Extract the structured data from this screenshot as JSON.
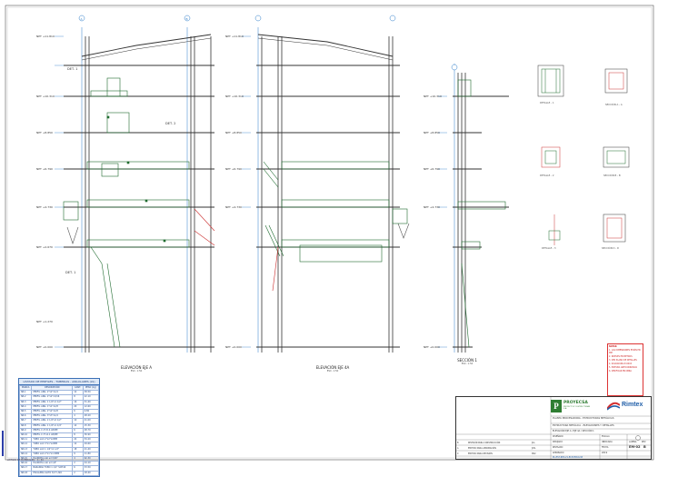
{
  "sheet": {
    "elevation_labels": {
      "left": "ELEVACIÓN EJE A",
      "middle": "ELEVACIÓN EJE 4A",
      "right": "SECCIÓN 1",
      "scale_left": "ESC. 1:50",
      "scale_middle": "ESC. 1:50",
      "scale_right": "ESC. 1:50"
    },
    "detail_labels": {
      "d1": "DETALLE - 1",
      "d2": "SECCIÓN A - A",
      "d3": "SECCIÓN B - B",
      "d4": "DETALLE - 2",
      "d5": "DETALLE - 3",
      "d6": "SECCIÓN D - D"
    },
    "level_tags": [
      "NPT +11.810",
      "NPT +10.310",
      "NPT +8.850",
      "NPT +6.790",
      "NPT +4.730",
      "NPT +2.670",
      "NPT +1.270",
      "NPT +0.000"
    ],
    "callouts": {
      "det1": "DET. 1",
      "det2": "DET. 2",
      "det3": "DET. 1",
      "grid_a": "A",
      "grid_b": "B"
    }
  },
  "table": {
    "title": "LISTADO DE PERFILES - TUBERIAS - ANGULARES (LS)",
    "columns": [
      "MARCA",
      "DESCRIPCIÓN",
      "CANT.",
      "PESO (kg)"
    ],
    "rows": [
      [
        "SB-1",
        "PERFIL ANG. 2\"x2\"x1/4",
        "12",
        "38.50"
      ],
      [
        "SB-2",
        "PERFIL ANG. 2\"x2\"x3/16",
        "8",
        "22.10"
      ],
      [
        "SB-3",
        "PERFIL ANG. 1 1/2\"x1 1/2\"",
        "16",
        "31.40"
      ],
      [
        "SB-4",
        "PERFIL ANG. 1\"x1\"x1/8",
        "20",
        "12.60"
      ],
      [
        "SB-5",
        "PERFIL ANG. 2\"x2\"x1/8",
        "6",
        "9.80"
      ],
      [
        "SB-6",
        "PERFIL ANG. 3\"x3\"x1/4",
        "4",
        "28.20"
      ],
      [
        "SB-7",
        "PERFIL ANG. 2 1/2\"x2 1/2\"",
        "10",
        "41.00"
      ],
      [
        "SB-8",
        "PERFIL ANG. 1 1/4\"x1 1/4\"",
        "14",
        "15.30"
      ],
      [
        "SB-9",
        "PERFIL C 4\"x5.4 LB/PIE",
        "6",
        "48.70"
      ],
      [
        "SB-10",
        "PERFIL C 3\"x4.1 LB/PIE",
        "8",
        "36.90"
      ],
      [
        "SB-11",
        "TUBO LAC 2\"x2\"x2MM",
        "22",
        "54.20"
      ],
      [
        "SB-12",
        "TUBO LAC 3\"x1\"x2MM",
        "12",
        "29.60"
      ],
      [
        "SB-13",
        "TUBO LAC 1 1/2\"x1 1/2\"",
        "18",
        "21.40"
      ],
      [
        "SB-14",
        "TUBO LAC 2\"x1\"x1.5MM",
        "9",
        "11.80"
      ],
      [
        "SB-15",
        "PLANCHA LAC e=3/16\"",
        "4",
        "62.30"
      ],
      [
        "SB-16",
        "PLANCHA LAC e=1/4\"",
        "2",
        "44.10"
      ],
      [
        "SB-17",
        "BARANDA TUBO 1 1/2\" SCH40",
        "6",
        "33.50"
      ],
      [
        "SB-18",
        "ESCALERA GATO 3/4\" LISO",
        "2",
        "18.40"
      ]
    ]
  },
  "legend": {
    "title": "NOTAS:",
    "lines": [
      "1. LAS DIMENSIONES ESTÁN EN MM",
      "2. NIVELES EN METROS",
      "3. VER PLANO DE DETALLES",
      "4. SOLDADURA E-60XX",
      "5. PINTURA ANTICORROSIVA",
      "6. VERIFICAR EN OBRA"
    ]
  },
  "titleblock": {
    "company1": "PROYECSA",
    "company1_sub": "PROYECTOS Y ESTRUCTURAS S.A.",
    "company2": "Rimtex",
    "project": "PLANTA PROCESADORA - ESTRUCTURAS METÁLICAS",
    "drawing_title": "ESTRUCTURA METÁLICA - ELEVACIONES Y DETALLES",
    "drawing_subtitle": "ELEVACIÓN EJE A / EJE 4A / SECCIÓN 1",
    "labels": {
      "designed": "DISEÑADO",
      "drawn": "DIBUJADO",
      "checked": "REVISADO",
      "approved": "APROBADO",
      "scale": "ESCALA",
      "date": "FECHA",
      "sheet": "LÁMINA",
      "rev": "REV."
    },
    "values": {
      "scale": "INDICADA",
      "date": "2019",
      "sheet": "EM-02",
      "rev": "B"
    },
    "revisions": [
      [
        "B",
        "REVISIÓN PARA CONSTRUCCIÓN",
        "JUL."
      ],
      [
        "A",
        "EMITIDO PARA APROBACIÓN",
        "JUN."
      ],
      [
        "0",
        "EMITIDO PARA REVISIÓN",
        "MAY."
      ]
    ],
    "code": "PL-EST-PPX-21-ELE-EM-02-B"
  },
  "footer": {
    "left": "LISTADO DE MATERIALES",
    "right": "1 : 50"
  }
}
